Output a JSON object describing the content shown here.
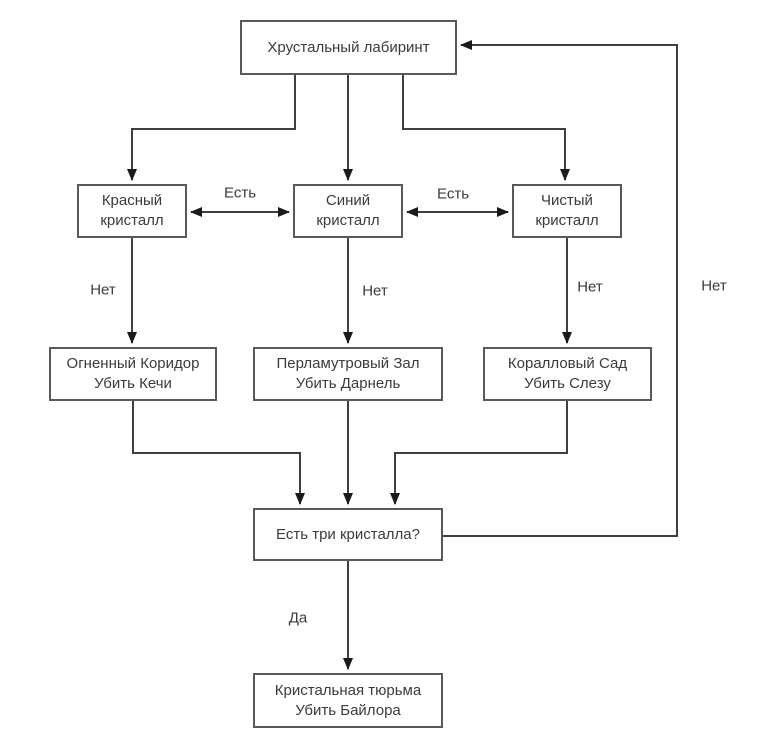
{
  "diagram": {
    "type": "flowchart",
    "language": "ru",
    "nodes": {
      "labyrinth": {
        "line1": "Хрустальный лабиринт",
        "line2": ""
      },
      "red_crystal": {
        "line1": "Красный",
        "line2": "кристалл"
      },
      "blue_crystal": {
        "line1": "Синий",
        "line2": "кристалл"
      },
      "pure_crystal": {
        "line1": "Чистый",
        "line2": "кристалл"
      },
      "fire_corridor": {
        "line1": "Огненный Коридор",
        "line2": "Убить Кечи"
      },
      "pearl_hall": {
        "line1": "Перламутровый Зал",
        "line2": "Убить Дарнель"
      },
      "coral_garden": {
        "line1": "Коралловый Сад",
        "line2": "Убить Слезу"
      },
      "three_crystals_question": {
        "line1": "Есть три кристалла?",
        "line2": ""
      },
      "crystal_prison": {
        "line1": "Кристальная тюрьма",
        "line2": "Убить Байлора"
      }
    },
    "edge_labels": {
      "yes_red_blue": "Есть",
      "yes_blue_pure": "Есть",
      "no_red": "Нет",
      "no_blue": "Нет",
      "no_pure": "Нет",
      "no_loop_back": "Нет",
      "yes_final": "Да"
    },
    "colors": {
      "background": "#ffffff",
      "box_border": "#595959",
      "box_fill": "#ffffff",
      "line": "#3f3f3f",
      "arrowhead": "#1a1a1a",
      "text": "#3b3b3b"
    }
  }
}
